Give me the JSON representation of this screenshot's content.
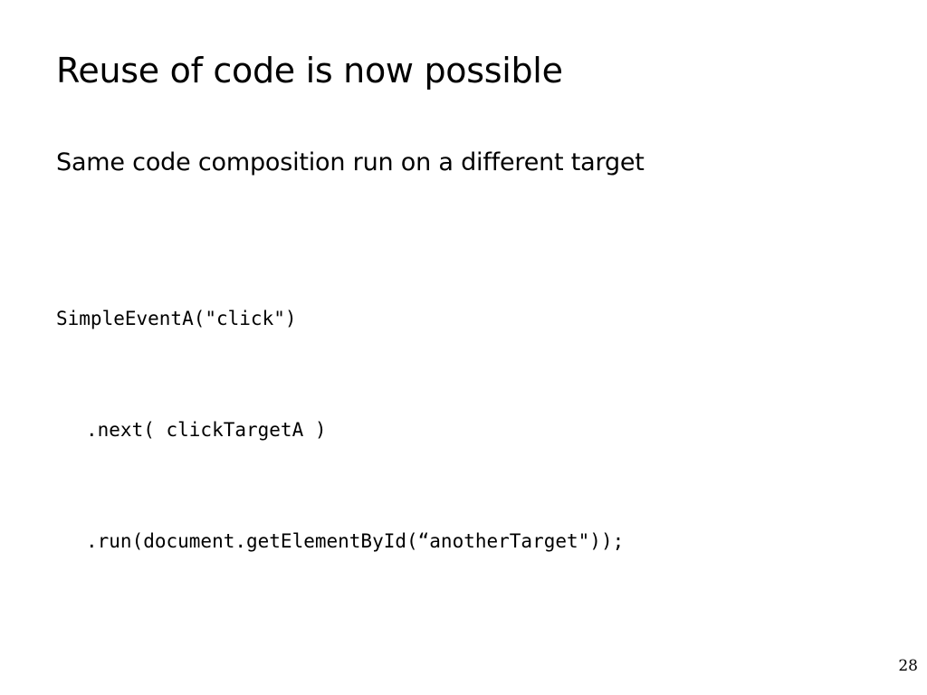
{
  "slide": {
    "title": "Reuse of code is now possible",
    "subtitle": "Same code composition run on a different target",
    "code_lines": [
      "SimpleEventA(\"click\")",
      ".next( clickTargetA )",
      ".run(document.getElementById(“anotherTarget\"));"
    ],
    "page_number": "28"
  }
}
